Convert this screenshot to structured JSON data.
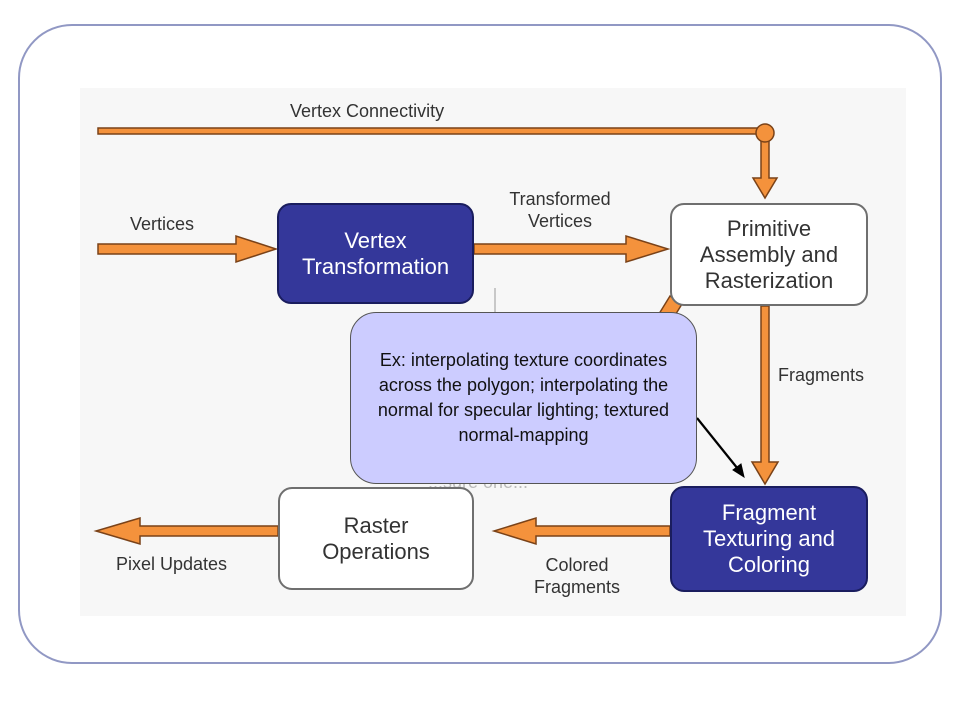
{
  "diagram": {
    "colors": {
      "arrow_fill": "#f4923c",
      "arrow_stroke": "#7a4218",
      "dark_box": "#34379a",
      "light_box": "#ffffff",
      "callout": "#ccccff"
    },
    "nodes": {
      "vertex_transformation": "Vertex\nTransformation",
      "primitive_assembly": "Primitive\nAssembly and\nRasterization",
      "fragment_texturing": "Fragment\nTexturing and\nColoring",
      "raster_operations": "Raster\nOperations"
    },
    "labels": {
      "vertex_connectivity": "Vertex Connectivity",
      "vertices": "Vertices",
      "transformed_vertices": "Transformed\nVertices",
      "fragments": "Fragments",
      "colored_fragments": "Colored\nFragments",
      "pixel_updates": "Pixel Updates"
    },
    "partially_hidden_text": "...sure one..."
  },
  "callout": {
    "text": "Ex: interpolating texture coordinates across the polygon; interpolating the normal for specular lighting; textured normal-mapping"
  }
}
